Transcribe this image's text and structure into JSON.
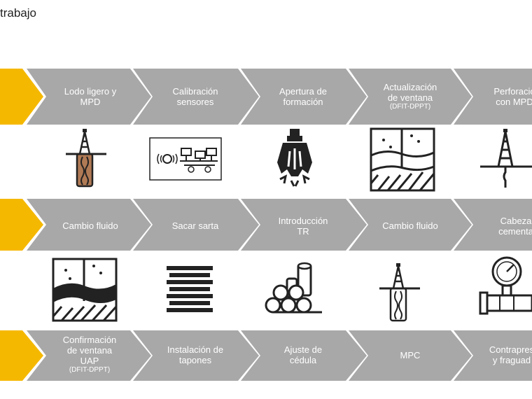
{
  "title": "trabajo",
  "rows": [
    {
      "steps": [
        {
          "line1": "Lodo ligero y",
          "line2": "MPD",
          "sub": ""
        },
        {
          "line1": "Calibración",
          "line2": "sensores",
          "sub": ""
        },
        {
          "line1": "Apertura de",
          "line2": "formación",
          "sub": ""
        },
        {
          "line1": "Actualización",
          "line2": "de ventana",
          "sub": "(DFIT-DPPT)"
        },
        {
          "line1": "Perforació",
          "line2": "con MPD",
          "sub": ""
        }
      ],
      "icons": [
        "drilling-rig-mud-icon",
        "sensor-pumps-icon",
        "drill-bit-icon",
        "formation-window-icon",
        "drilling-rig-icon"
      ]
    },
    {
      "steps": [
        {
          "line1": "Cambio fluido",
          "line2": "",
          "sub": ""
        },
        {
          "line1": "Sacar sarta",
          "line2": "",
          "sub": ""
        },
        {
          "line1": "Introducción",
          "line2": "TR",
          "sub": ""
        },
        {
          "line1": "Cambio fluido",
          "line2": "",
          "sub": ""
        },
        {
          "line1": "Cabeza",
          "line2": "cementa",
          "sub": ""
        }
      ],
      "icons": [
        "fluid-change-formation-icon",
        "pipe-stack-icon",
        "casing-pipes-icon",
        "fluid-change-rig-icon",
        "pressure-gauge-icon"
      ]
    },
    {
      "steps": [
        {
          "line1": "Confirmación",
          "line2": "de ventana",
          "line3": "UAP",
          "sub": "(DFIT-DPPT)"
        },
        {
          "line1": "Instalación de",
          "line2": "tapones",
          "sub": ""
        },
        {
          "line1": "Ajuste de",
          "line2": "cédula",
          "sub": ""
        },
        {
          "line1": "MPC",
          "line2": "",
          "sub": ""
        },
        {
          "line1": "Contrapres",
          "line2": "y fraguad",
          "sub": ""
        }
      ],
      "icons": []
    }
  ],
  "colors": {
    "accent": "#F5B800",
    "chevron": "#A8A8A8",
    "text": "#ffffff"
  }
}
